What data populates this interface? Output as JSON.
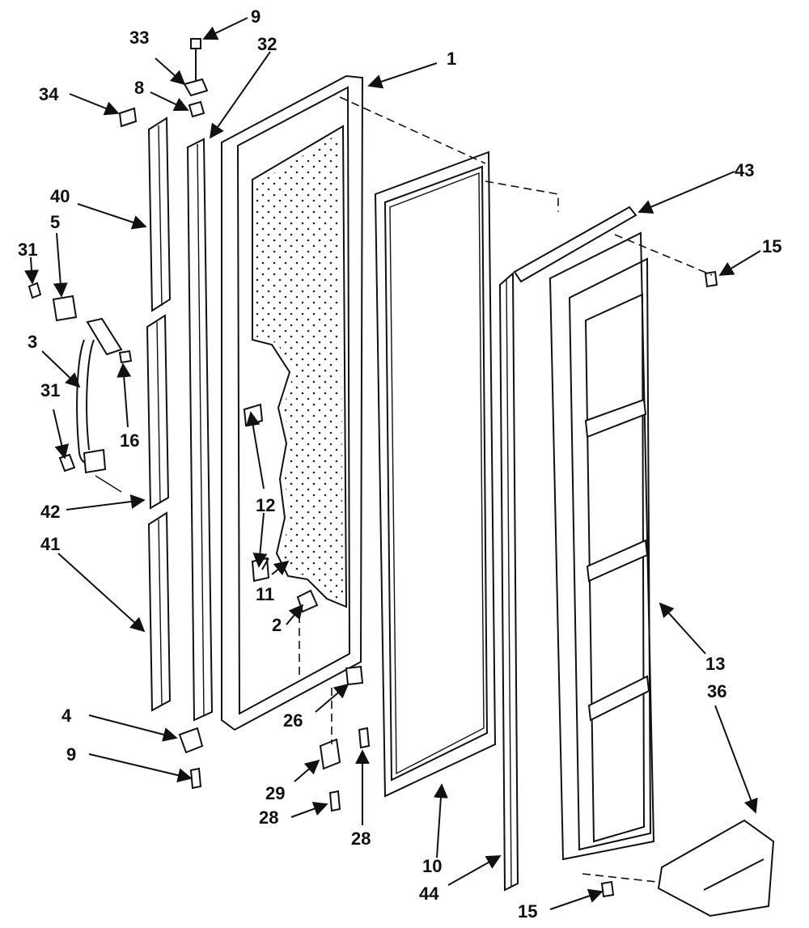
{
  "diagram": {
    "callouts": {
      "c9_top": "9",
      "c33": "33",
      "c32": "32",
      "c1": "1",
      "c34": "34",
      "c8": "8",
      "c40": "40",
      "c5": "5",
      "c31_top": "31",
      "c3": "3",
      "c16": "16",
      "c31_mid": "31",
      "c42": "42",
      "c41": "41",
      "c12": "12",
      "c11": "11",
      "c2": "2",
      "c26": "26",
      "c4": "4",
      "c9_bot": "9",
      "c29": "29",
      "c28_left": "28",
      "c28_right": "28",
      "c10": "10",
      "c44": "44",
      "c15_bot": "15",
      "c43": "43",
      "c15_top": "15",
      "c13": "13",
      "c36": "36"
    }
  }
}
